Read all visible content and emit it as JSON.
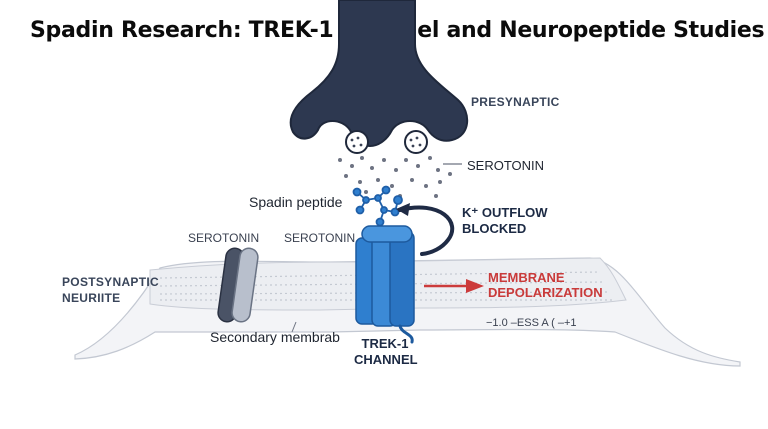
{
  "title": "Spadin Research: TREK-1 Channel and Neuropeptide Studies",
  "labels": {
    "presynaptic": "PRESYNAPTIC",
    "serotonin_right": "SEROTONIN",
    "spadin_peptide": "Spadin peptide",
    "k_outflow_line1": "K⁺ OUTFLOW",
    "k_outflow_line2": "BLOCKED",
    "serotonin_left": "SEROTONIN",
    "serotonin_center": "SEROTONIN",
    "postsynaptic_line1": "POSTSYNAPTIC",
    "postsynaptic_line2": "NEURIITE",
    "membrane_line1": "MEMBRANE",
    "membrane_line2": "DEPOLARIZATION",
    "scale_text": "−1.0 –ESS A ( –+1",
    "secondary_membrane": "Secondary membrab",
    "trek_line1": "TREK-1",
    "trek_line2": "CHANNEL"
  },
  "colors": {
    "terminal": "#2d3850",
    "channel": "#2f7fcf",
    "channel_dark": "#1d5a9e",
    "membrane_fill": "#eef0f4",
    "membrane_line": "#b9bfca",
    "arrow_red": "#cc3b3b",
    "arrow_dark": "#1f2b45"
  }
}
